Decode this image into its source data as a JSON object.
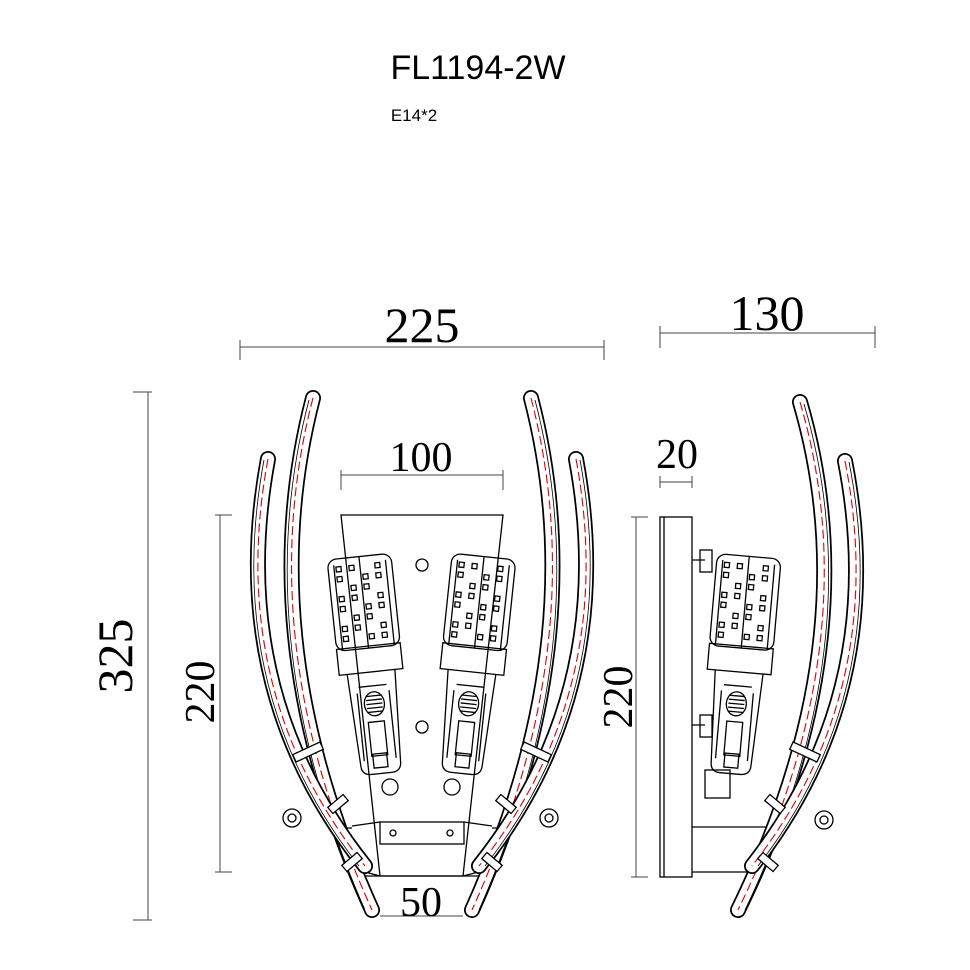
{
  "header": {
    "model": "FL1194-2W",
    "lamp_spec": "E14*2"
  },
  "front_view": {
    "width_overall": "225",
    "backplate_top_width": "100",
    "backplate_bottom_width": "50",
    "height_overall": "325",
    "backplate_height": "220"
  },
  "side_view": {
    "depth_overall": "130",
    "backplate_thickness": "20",
    "backplate_height": "220"
  },
  "colors": {
    "line": "#000000",
    "centerline": "#dd0000"
  }
}
